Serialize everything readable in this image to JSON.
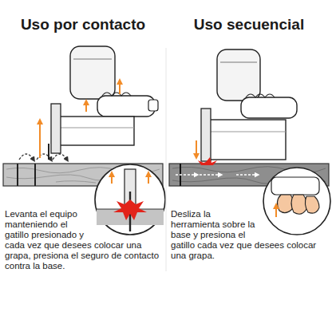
{
  "diagram": {
    "labels": [
      "Uso por contacto",
      "Uso secuencial",
      "Levanta el equipo manteniendo el gatillo presionado y cada vez que desees colocar una grapa, presiona el seguro de contacto contra la base.",
      "Desliza la herramienta sobre la base y presiona el gatillo cada vez que desees colocar una grapa."
    ]
  }
}
